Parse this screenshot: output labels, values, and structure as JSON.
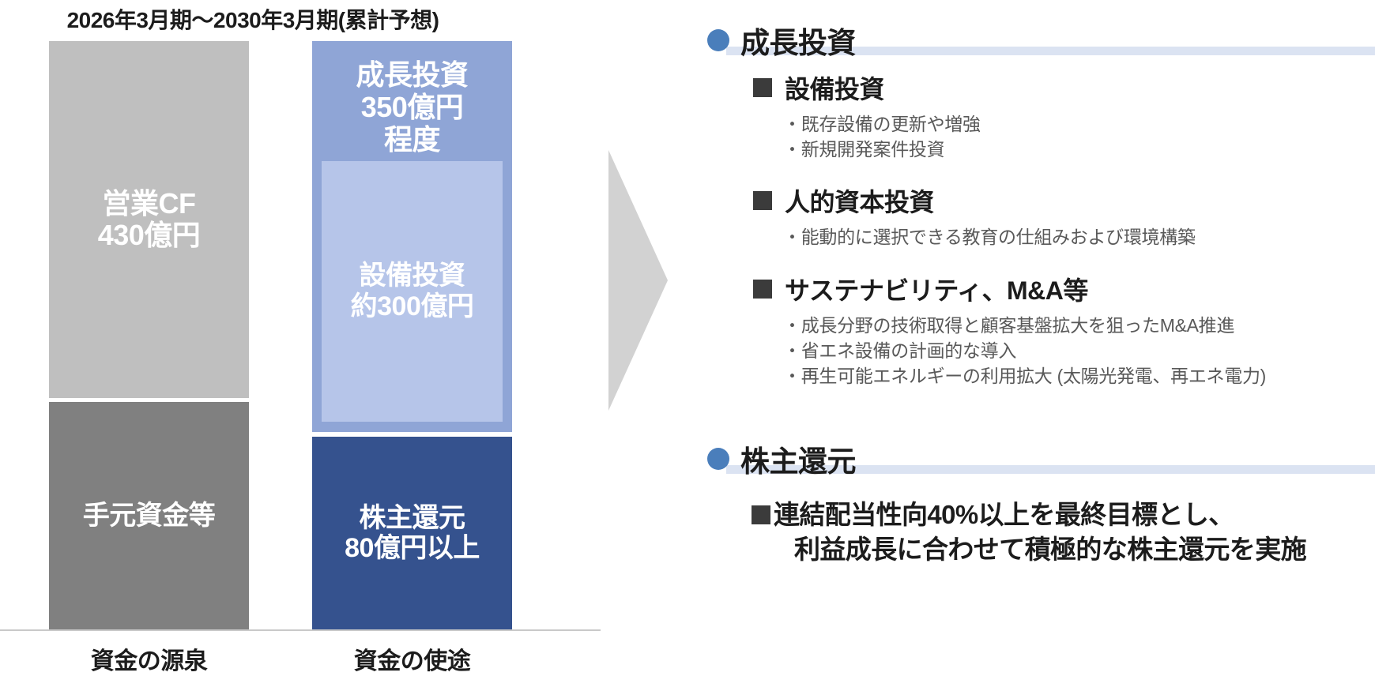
{
  "chart_data": {
    "type": "bar",
    "title": "2026年3月期～2030年3月期(累計予想)",
    "xlabel": "",
    "ylabel": "",
    "grid": false,
    "legend": "none",
    "unit": "億円",
    "categories": [
      "資金の源泉",
      "資金の使途"
    ],
    "series": [
      {
        "name": "資金の源泉",
        "segments": [
          {
            "label": "営業CF",
            "value_label": "430億円",
            "value": 430,
            "color": "#bfbfbf"
          },
          {
            "label": "手元資金等",
            "value_label": "",
            "value": 270,
            "color": "#808080"
          }
        ]
      },
      {
        "name": "資金の使途",
        "segments": [
          {
            "label": "成長投資",
            "value_label": "350億円 程度",
            "value": 350,
            "color": "#8fa5d6",
            "inner": {
              "label": "設備投資",
              "value_label": "約300億円",
              "value": 300,
              "color": "#b6c5e9"
            }
          },
          {
            "label": "株主還元",
            "value_label": "80億円以上",
            "value": 80,
            "color": "#35528e"
          }
        ]
      }
    ]
  },
  "chart": {
    "title": "2026年3月期～2030年3月期(累計予想)",
    "sources": {
      "axis_label": "資金の源泉",
      "ocf_line1": "営業CF",
      "ocf_line2": "430億円",
      "cash_label": "手元資金等"
    },
    "uses": {
      "axis_label": "資金の使途",
      "growth_line1": "成長投資",
      "growth_line2": "350億円",
      "growth_line3": "程度",
      "capex_line1": "設備投資",
      "capex_line2": "約300億円",
      "return_line1": "株主還元",
      "return_line2": "80億円以上"
    }
  },
  "colors": {
    "ocf_gray": "#bfbfbf",
    "cash_gray": "#808080",
    "growth_blue": "#8fa5d6",
    "capex_blue": "#b6c5e9",
    "return_navy": "#35528e",
    "accent_dot": "#4a7ebb",
    "rule_band": "#dbe3f2",
    "arrow_gray": "#d2d2d2"
  },
  "sections": [
    {
      "title": "成長投資",
      "items": [
        {
          "heading": "設備投資",
          "bullets": [
            "既存設備の更新や増強",
            "新規開発案件投資"
          ]
        },
        {
          "heading": "人的資本投資",
          "bullets": [
            "能動的に選択できる教育の仕組みおよび環境構築"
          ]
        },
        {
          "heading": "サステナビリティ、M&A等",
          "bullets": [
            "成長分野の技術取得と顧客基盤拡大を狙ったM&A推進",
            "省エネ設備の計画的な導入",
            "再生可能エネルギーの利用拡大 (太陽光発電、再エネ電力)"
          ]
        }
      ]
    },
    {
      "title": "株主還元",
      "statement_line1": "連結配当性向40%以上を最終目標とし、",
      "statement_line2": "利益成長に合わせて積極的な株主還元を実施"
    }
  ]
}
